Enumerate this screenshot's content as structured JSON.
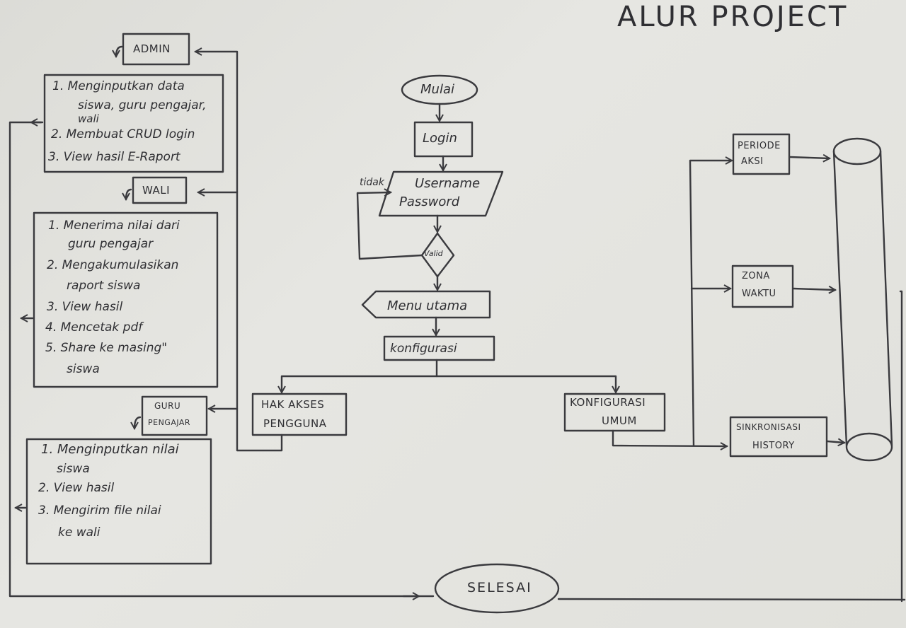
{
  "title": "ALUR PROJECT",
  "flow": {
    "start": "Mulai",
    "login": "Login",
    "input_line1": "Username",
    "input_line2": "Password",
    "decision": "Valid",
    "no_label": "tidak",
    "menu": "Menu utama",
    "config": "konfigurasi",
    "end": "SELESAI"
  },
  "roles": {
    "admin": {
      "label": "ADMIN",
      "items": [
        "1. Menginputkan data",
        "siswa, guru pengajar,",
        "wali",
        "2. Membuat CRUD login",
        "3. View hasil E-Raport"
      ]
    },
    "wali": {
      "label": "WALI",
      "items": [
        "1. Menerima nilai dari",
        "guru pengajar",
        "2. Mengakumulasikan",
        "raport siswa",
        "3. View hasil",
        "4. Mencetak pdf",
        "5. Share ke masing\"",
        "siswa"
      ]
    },
    "guru": {
      "label_line1": "GURU",
      "label_line2": "PENGAJAR",
      "items": [
        "1. Menginputkan nilai",
        "siswa",
        "2. View hasil",
        "3. Mengirim file nilai",
        "ke wali"
      ]
    }
  },
  "access": {
    "line1": "HAK AKSES",
    "line2": "PENGGUNA"
  },
  "general": {
    "line1": "KONFIGURASI",
    "line2": "UMUM"
  },
  "settings": {
    "periode": {
      "line1": "PERIODE",
      "line2": "AKSI"
    },
    "zona": {
      "line1": "ZONA",
      "line2": "WAKTU"
    },
    "sync": {
      "line1": "SINKRONISASI",
      "line2": "HISTORY"
    }
  }
}
